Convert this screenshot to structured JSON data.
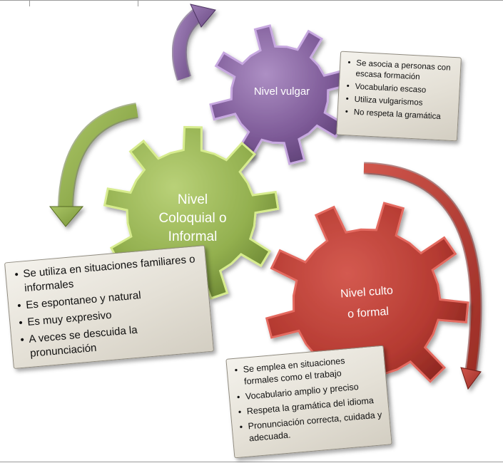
{
  "colors": {
    "purple": "#8c6ba3",
    "green": "#9dba58",
    "red": "#c4443b"
  },
  "gears": {
    "vulgar": {
      "label": "Nivel  vulgar"
    },
    "coloquial": {
      "label_lines": [
        "Nivel",
        "Coloquial o",
        "Informal"
      ]
    },
    "culto": {
      "label_lines": [
        "Nivel culto",
        "o formal"
      ]
    }
  },
  "notes": {
    "vulgar": {
      "items": [
        "Se asocia a personas con escasa formación",
        "Vocabulario escaso",
        "Utiliza vulgarismos",
        "No respeta la gramática"
      ]
    },
    "coloquial": {
      "items": [
        "Se utiliza en situaciones familiares o informales",
        "Es espontaneo y natural",
        "Es muy expresivo",
        "A veces se descuida la pronunciación"
      ]
    },
    "culto": {
      "items": [
        "Se emplea en situaciones formales como el trabajo",
        "Vocabulario amplio y preciso",
        "Respeta la gramática del idioma",
        "Pronunciación correcta, cuidada y adecuada."
      ]
    }
  }
}
